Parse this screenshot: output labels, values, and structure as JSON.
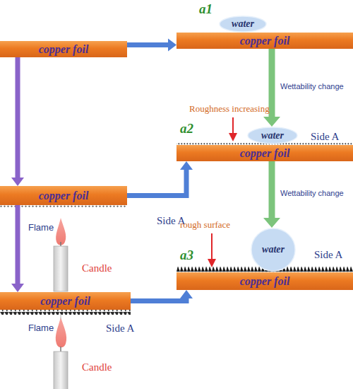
{
  "diagram": {
    "nodes": [
      {
        "text": [
          "copper foil"
        ]
      },
      {
        "text": [
          "water"
        ]
      },
      {
        "text": [
          "copper foil"
        ]
      },
      {
        "text": [
          "water"
        ]
      },
      {
        "text": [
          "copper foil"
        ]
      },
      {
        "text": [
          "copper foil"
        ]
      },
      {
        "text": [
          "water"
        ]
      },
      {
        "text": [
          "copper foil"
        ]
      },
      {
        "text": [
          "copper foil"
        ]
      }
    ],
    "edges": [
      {
        "from": 0,
        "to": 2,
        "arrow": "to"
      },
      {
        "from": 0,
        "to": 5,
        "arrow": "to"
      },
      {
        "from": 2,
        "to": 3,
        "arrow": "to",
        "label": "Wettability change"
      },
      {
        "from": 5,
        "to": 4,
        "arrow": "to"
      },
      {
        "from": 4,
        "to": 6,
        "arrow": "to",
        "label": "Wettability change"
      },
      {
        "from": 5,
        "to": 8,
        "arrow": "to"
      },
      {
        "from": 8,
        "to": 7,
        "arrow": "to"
      }
    ],
    "labels": [
      "a1",
      "Roughness increasing",
      "a2",
      "Side A",
      "Side A",
      "Flame",
      "Candle",
      "rough surface",
      "a3",
      "Side A",
      "Flame",
      "Side A",
      "Candle"
    ]
  }
}
